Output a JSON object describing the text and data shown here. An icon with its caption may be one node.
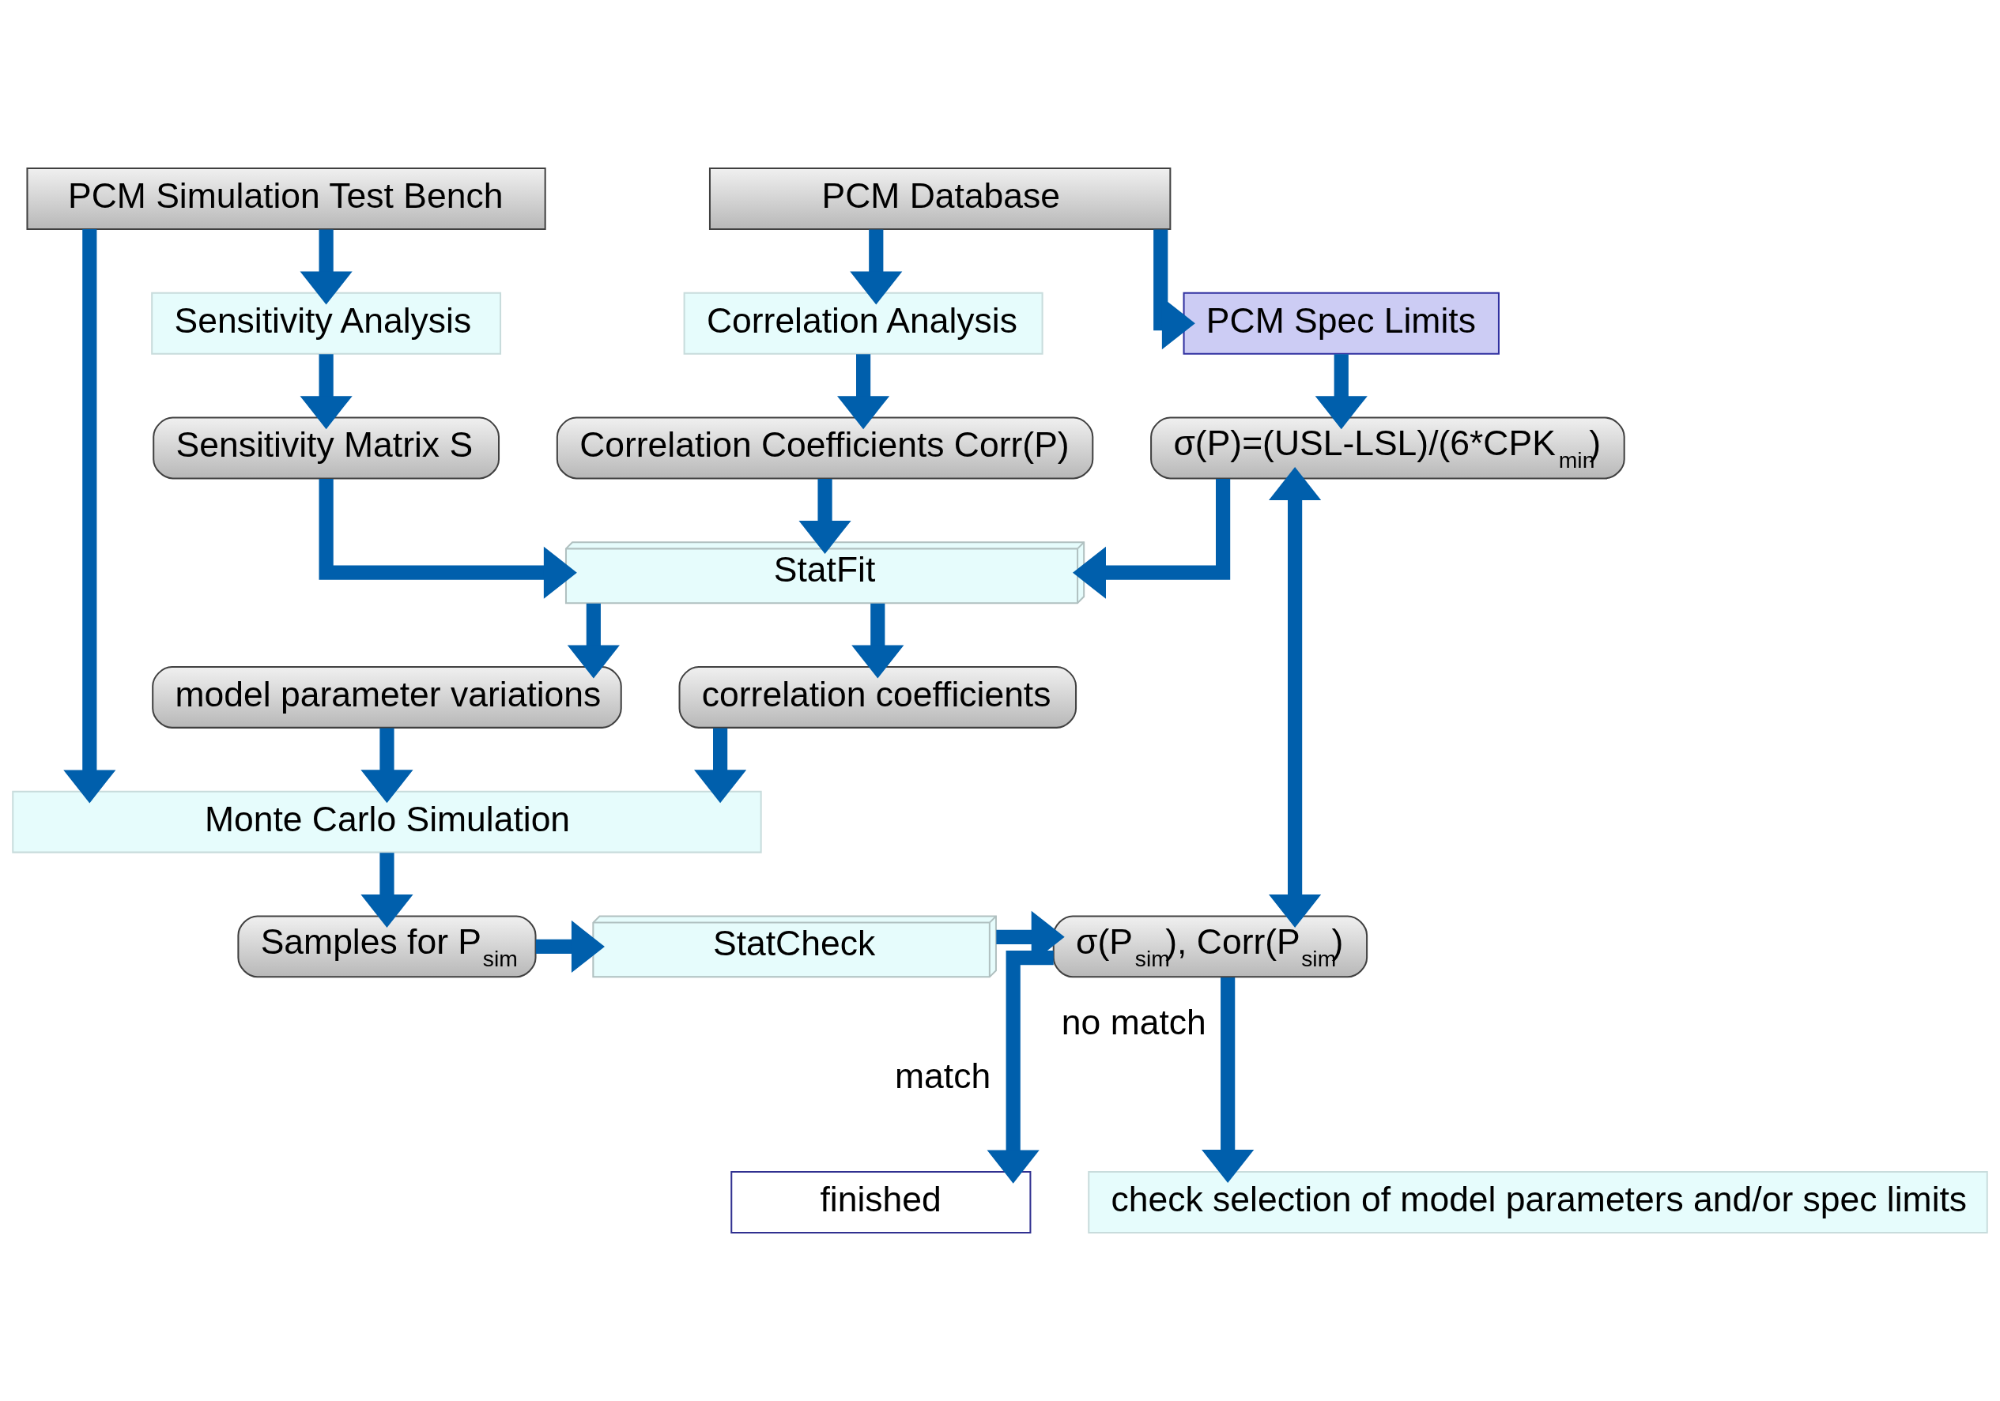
{
  "diagram": {
    "nodes": [
      {
        "text": [
          "PCM Simulation Test Bench"
        ]
      },
      {
        "text": [
          "PCM Database"
        ]
      },
      {
        "text": [
          "Sensitivity Analysis"
        ]
      },
      {
        "text": [
          "Correlation Analysis"
        ]
      },
      {
        "text": [
          "PCM Spec Limits"
        ]
      },
      {
        "text": [
          "Sensitivity Matrix S"
        ]
      },
      {
        "text": [
          "Correlation Coefficients Corr(P)"
        ]
      },
      {
        "text": [
          "σ(P)=(USL-LSL)/(6*CPK$_{min}$)"
        ]
      },
      {
        "text": [
          "StatFit"
        ]
      },
      {
        "text": [
          "finished"
        ]
      },
      {
        "text": [
          "model parameter variations"
        ]
      },
      {
        "text": [
          "correlation coefficients"
        ]
      },
      {
        "text": [
          "check selection of model parameters and/or spec limits"
        ]
      },
      {
        "text": [
          "Monte Carlo Simulation"
        ]
      },
      {
        "text": [
          "Samples for P$_{sim}$"
        ]
      },
      {
        "text": [
          "StatCheck"
        ]
      },
      {
        "text": [
          "σ(P$_{sim}$), Corr(P$_{sim}$)"
        ]
      }
    ],
    "edges": [
      {
        "from": 0,
        "to": 13,
        "arrow": "to"
      },
      {
        "from": 0,
        "to": 2,
        "arrow": "to"
      },
      {
        "from": 1,
        "to": 3,
        "arrow": "to"
      },
      {
        "from": 1,
        "to": 4,
        "arrow": "to"
      },
      {
        "from": 2,
        "to": 5,
        "arrow": "to"
      },
      {
        "from": 3,
        "to": 6,
        "arrow": "to"
      },
      {
        "from": 4,
        "to": 7,
        "arrow": "to"
      },
      {
        "from": 5,
        "to": 8,
        "arrow": "to"
      },
      {
        "from": 6,
        "to": 8,
        "arrow": "to"
      },
      {
        "from": 7,
        "to": 8,
        "arrow": "to"
      },
      {
        "from": 8,
        "to": 10,
        "arrow": "to"
      },
      {
        "from": 8,
        "to": 11,
        "arrow": "to"
      },
      {
        "from": 10,
        "to": 13,
        "arrow": "to"
      },
      {
        "from": 11,
        "to": 13,
        "arrow": "to"
      },
      {
        "from": 13,
        "to": 14,
        "arrow": "to"
      },
      {
        "from": 14,
        "to": 15,
        "arrow": "to"
      },
      {
        "from": 15,
        "to": 16,
        "arrow": "to"
      },
      {
        "from": 16,
        "to": 7,
        "arrow": "both"
      },
      {
        "from": 16,
        "to": 9,
        "arrow": "to",
        "label": "match"
      },
      {
        "from": 16,
        "to": 12,
        "arrow": "to",
        "label": "no match"
      }
    ]
  }
}
